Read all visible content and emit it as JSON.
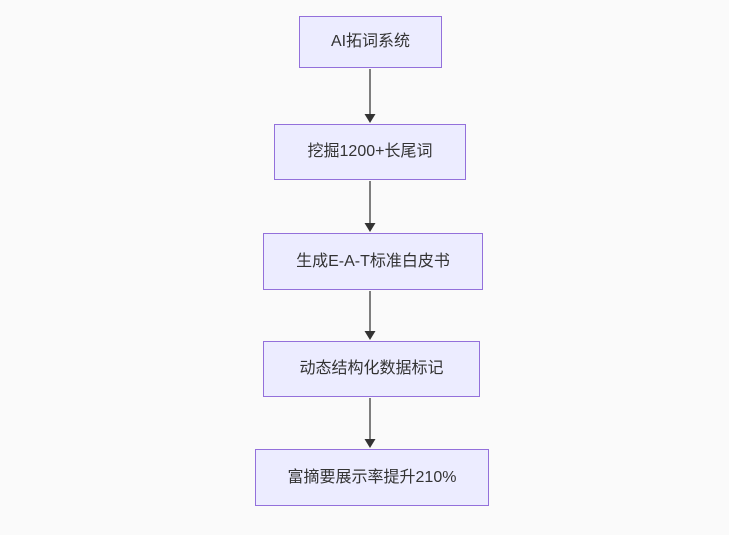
{
  "canvas": {
    "background_color": "#fafafa"
  },
  "flowchart": {
    "type": "flowchart",
    "direction": "top-down",
    "node_fill_color": "#ECECFF",
    "node_border_color": "#9370DB",
    "edge_line_color": "#555555",
    "arrowhead_color": "#333333",
    "text_color": "#333333",
    "nodes": [
      {
        "id": "A",
        "label": "AI拓词系统"
      },
      {
        "id": "B",
        "label": "挖掘1200+长尾词"
      },
      {
        "id": "C",
        "label": "生成E-A-T标准白皮书"
      },
      {
        "id": "D",
        "label": "动态结构化数据标记"
      },
      {
        "id": "E",
        "label": "富摘要展示率提升210%"
      }
    ],
    "edges": [
      {
        "from": "A",
        "to": "B"
      },
      {
        "from": "B",
        "to": "C"
      },
      {
        "from": "C",
        "to": "D"
      },
      {
        "from": "D",
        "to": "E"
      }
    ]
  }
}
